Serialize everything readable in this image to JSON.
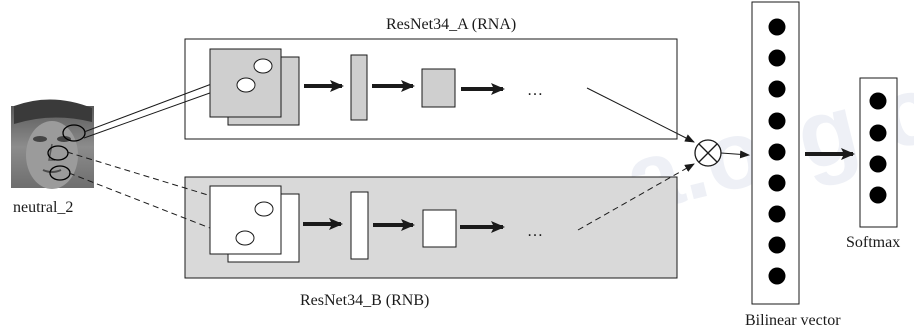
{
  "diagram": {
    "input_label": "neutral_2",
    "branch_a_title": "ResNet34_A (RNA)",
    "branch_b_title": "ResNet34_B (RNB)",
    "ellipsis_a": "…",
    "ellipsis_b": "…",
    "bilinear_label": "Bilinear  vector",
    "softmax_label": "Softmax",
    "watermark": "c-s-a.org.cn"
  },
  "colors": {
    "branch_b_fill": "#d9d9d9",
    "branch_a_block_fill": "#cfcfcf",
    "stroke": "#1a1a1a",
    "node_fill": "#000000"
  }
}
